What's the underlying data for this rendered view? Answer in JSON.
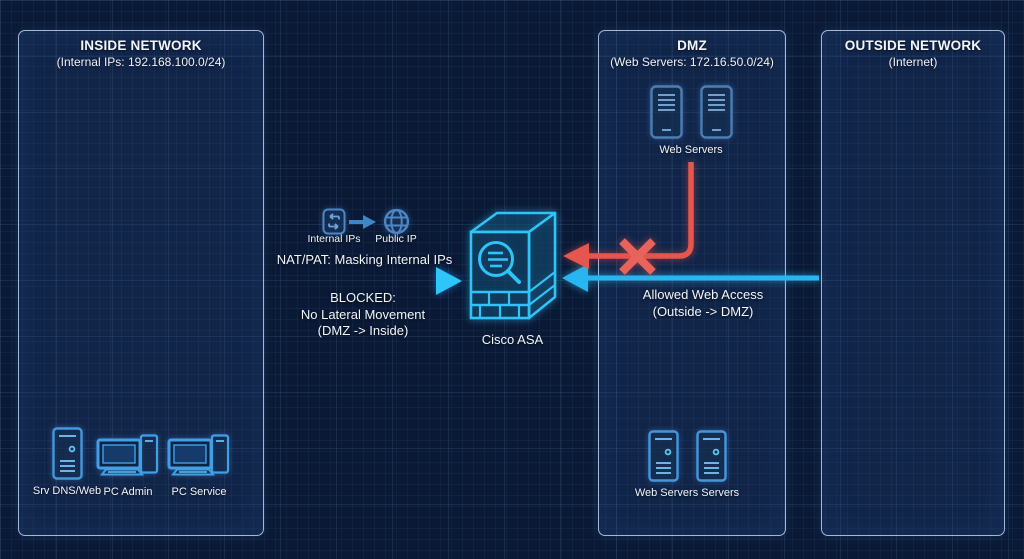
{
  "panels": {
    "inside": {
      "title": "INSIDE NETWORK",
      "subtitle": "(Internal IPs: 192.168.100.0/24)"
    },
    "dmz": {
      "title": "DMZ",
      "subtitle": "(Web Servers: 172.16.50.0/24)"
    },
    "outside": {
      "title": "OUTSIDE NETWORK",
      "subtitle": "(Internet)"
    }
  },
  "devices": {
    "srv_dns_web": "Srv DNS/Web",
    "pc_admin": "PC Admin",
    "pc_service": "PC Service",
    "dmz_top_servers": "Web Servers",
    "dmz_bottom_servers": "Web Servers Servers",
    "firewall": "Cisco ASA"
  },
  "nat": {
    "source_label": "Internal IPs",
    "target_label": "Public IP",
    "caption": "NAT/PAT: Masking Internal IPs"
  },
  "flows": {
    "blocked": {
      "line1": "BLOCKED:",
      "line2": "No Lateral Movement",
      "line3": "(DMZ -> Inside)"
    },
    "allowed": {
      "line1": "Allowed Web Access",
      "line2": "(Outside -> DMZ)"
    }
  },
  "colors": {
    "background": "#0a1a36",
    "panel_border": "#bcd2ee",
    "accent_cyan": "#2fc3f8",
    "arrow_blue": "#1e9be8",
    "icon_steel_blue": "#4d86c2",
    "blocked_red": "#e4564e",
    "text": "#f2f6fc"
  }
}
